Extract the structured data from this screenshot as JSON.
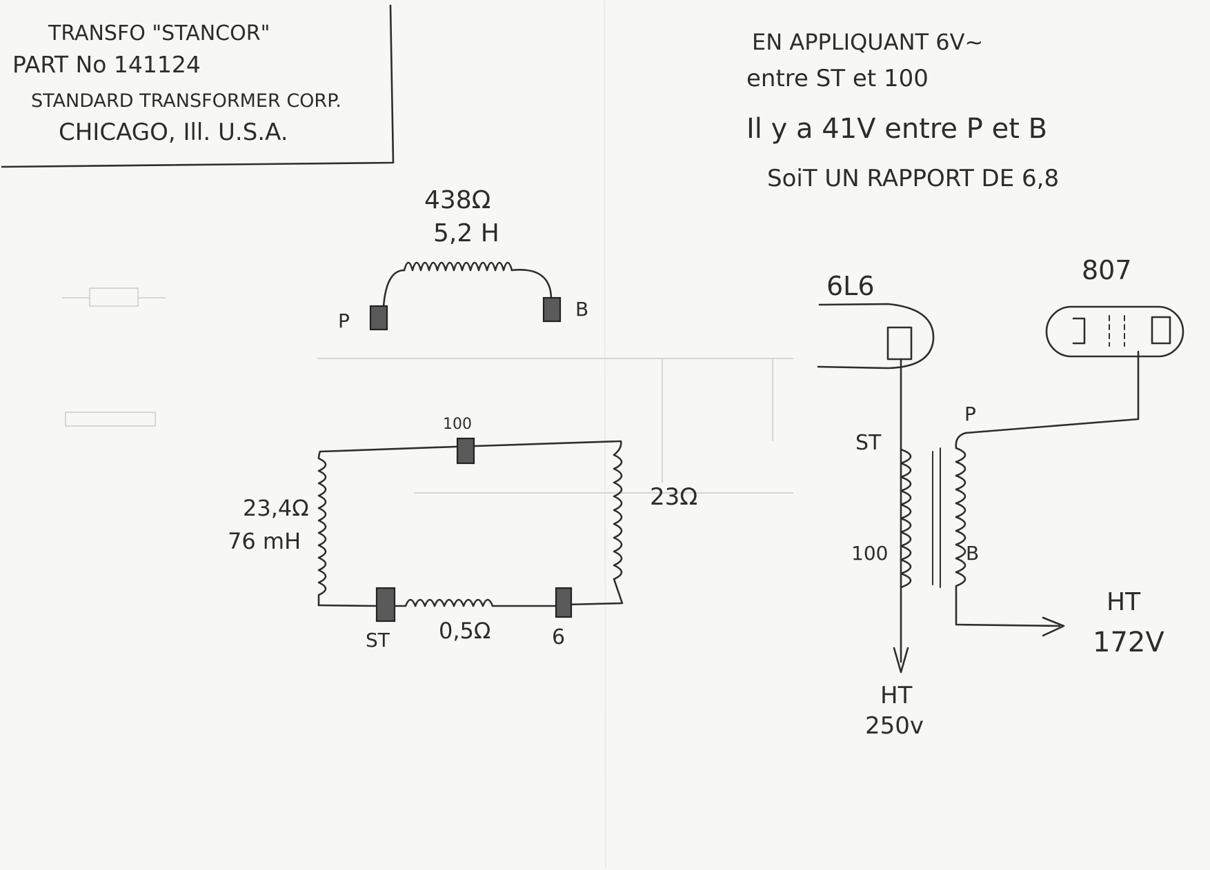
{
  "label_box": {
    "line1": "TRANSFO \"STANCOR\"",
    "line2": "PART No 141124",
    "line3": "STANDARD TRANSFORMER CORP.",
    "line4": "CHICAGO, Ill. U.S.A."
  },
  "notes": {
    "line1": "EN APPLIQUANT 6V~",
    "line2": "entre ST et 100",
    "line3": "Il y a 41V entre P et B",
    "line4": "SoiT UN RAPPORT DE 6,8"
  },
  "primary_winding": {
    "resistance": "438Ω",
    "inductance": "5,2 H",
    "terminal_left": "P",
    "terminal_right": "B"
  },
  "secondary_block": {
    "terminal_top": "100",
    "left_resistance": "23,4Ω",
    "left_inductance": "76 mH",
    "right_resistance": "23Ω",
    "bottom_resistance": "0,5Ω",
    "terminal_bottom_left": "ST",
    "terminal_bottom_right": "6"
  },
  "schematic": {
    "tube_left": "6L6",
    "tube_right": "807",
    "label_st": "ST",
    "label_100": "100",
    "label_p": "P",
    "label_b": "B",
    "ht_left_label": "HT",
    "ht_left_voltage": "250v",
    "ht_right_label": "HT",
    "ht_right_voltage": "172V"
  }
}
